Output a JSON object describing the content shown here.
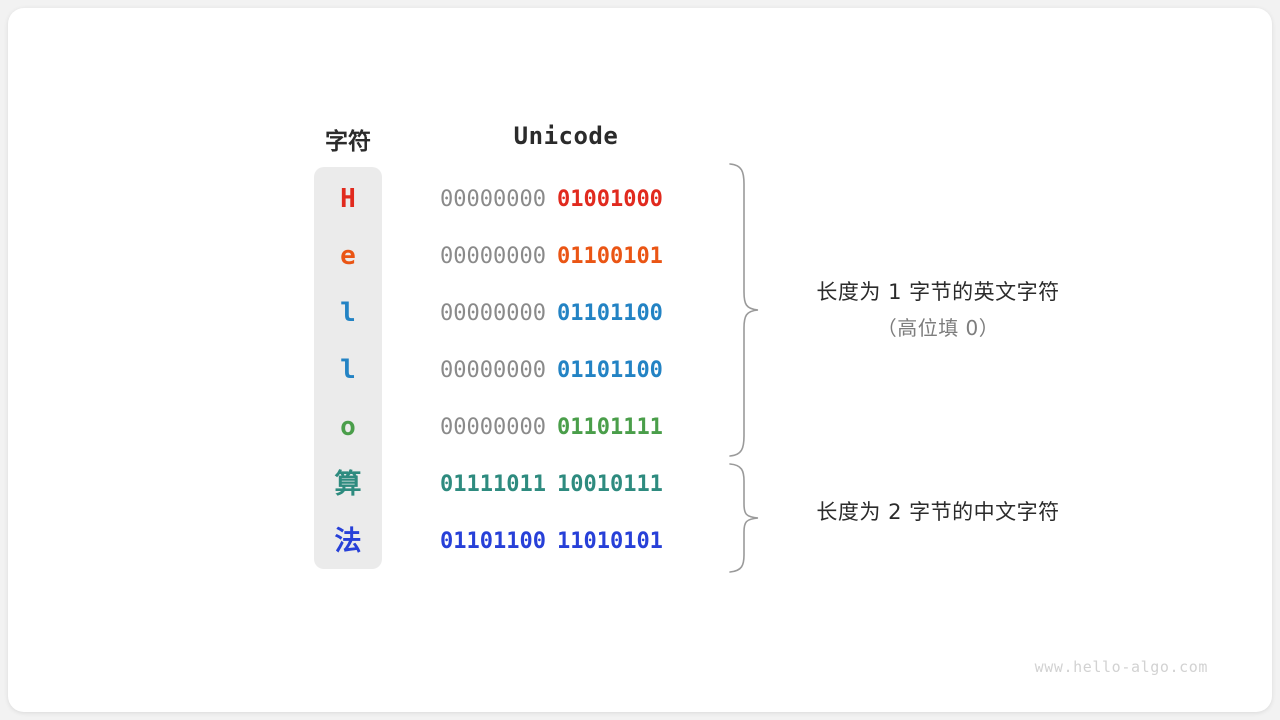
{
  "diagram": {
    "title_columns": {
      "character": "字符",
      "unicode": "Unicode"
    },
    "rows": [
      {
        "char": "H",
        "char_color": "#e12a1e",
        "high_byte": "00000000",
        "low_byte": "01001000",
        "high_byte_color": "#8a8a8a",
        "low_byte_color": "#e12a1e",
        "byte_length": 1,
        "script": "latin"
      },
      {
        "char": "e",
        "char_color": "#ea5514",
        "high_byte": "00000000",
        "low_byte": "01100101",
        "high_byte_color": "#8a8a8a",
        "low_byte_color": "#ea5514",
        "byte_length": 1,
        "script": "latin"
      },
      {
        "char": "l",
        "char_color": "#2383c4",
        "high_byte": "00000000",
        "low_byte": "01101100",
        "high_byte_color": "#8a8a8a",
        "low_byte_color": "#2383c4",
        "byte_length": 1,
        "script": "latin"
      },
      {
        "char": "l",
        "char_color": "#2383c4",
        "high_byte": "00000000",
        "low_byte": "01101100",
        "high_byte_color": "#8a8a8a",
        "low_byte_color": "#2383c4",
        "byte_length": 1,
        "script": "latin"
      },
      {
        "char": "o",
        "char_color": "#4a9e4a",
        "high_byte": "00000000",
        "low_byte": "01101111",
        "high_byte_color": "#8a8a8a",
        "low_byte_color": "#4a9e4a",
        "byte_length": 1,
        "script": "latin"
      },
      {
        "char": "算",
        "char_color": "#2e8b7f",
        "high_byte": "01111011",
        "low_byte": "10010111",
        "high_byte_color": "#2e8b7f",
        "low_byte_color": "#2e8b7f",
        "byte_length": 2,
        "script": "cjk"
      },
      {
        "char": "法",
        "char_color": "#2740d8",
        "high_byte": "01101100",
        "low_byte": "11010101",
        "high_byte_color": "#2740d8",
        "low_byte_color": "#2740d8",
        "byte_length": 2,
        "script": "cjk"
      }
    ],
    "annotations": [
      {
        "main": "长度为 1 字节的英文字符",
        "sub": "（高位填 0）"
      },
      {
        "main": "长度为 2 字节的中文字符",
        "sub": ""
      }
    ],
    "watermark": "www.hello-algo.com",
    "colors": {
      "card_background": "#ffffff",
      "page_background": "#f2f2f2",
      "char_column_background": "#ebebeb",
      "brace_stroke": "#9a9a9a",
      "header_text": "#2b2b2b",
      "muted_text": "#7d7d7d",
      "watermark_text": "#d2d2d2"
    }
  }
}
